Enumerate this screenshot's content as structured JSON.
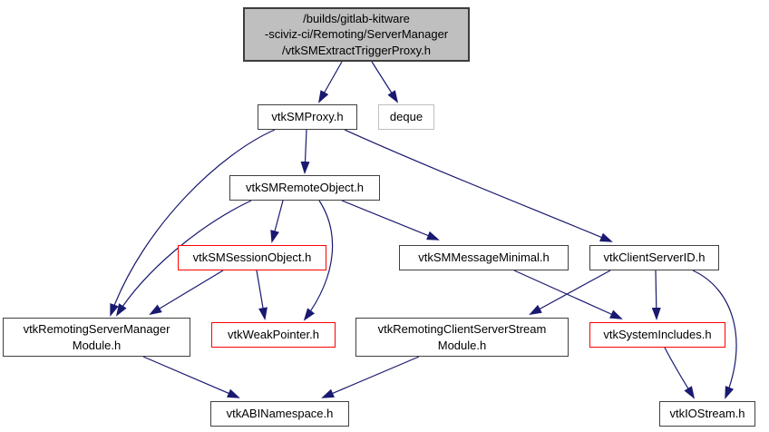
{
  "diagram": {
    "kind": "include-dependency-graph",
    "root_file": "/builds/gitlab-kitware-sciviz-ci/Remoting/ServerManager/vtkSMExtractTriggerProxy.h"
  },
  "colors": {
    "edge": "#191970",
    "node_border": "#404040",
    "truncated_border": "#ff0000",
    "external_border": "#bfbfbf",
    "main_fill": "#bfbfbf",
    "node_fill": "#ffffff",
    "text": "#000000",
    "background": "#ffffff"
  },
  "graph": {
    "nodes": [
      {
        "id": "main",
        "label": "/builds/gitlab-kitware\n-sciviz-ci/Remoting/ServerManager\n/vtkSMExtractTriggerProxy.h",
        "kind": "main"
      },
      {
        "id": "vtkSMProxy",
        "label": "vtkSMProxy.h",
        "kind": "header"
      },
      {
        "id": "deque",
        "label": "deque",
        "kind": "external"
      },
      {
        "id": "vtkSMRemoteObject",
        "label": "vtkSMRemoteObject.h",
        "kind": "header"
      },
      {
        "id": "vtkSMSessionObject",
        "label": "vtkSMSessionObject.h",
        "kind": "truncated"
      },
      {
        "id": "vtkSMMessageMinimal",
        "label": "vtkSMMessageMinimal.h",
        "kind": "header"
      },
      {
        "id": "vtkClientServerID",
        "label": "vtkClientServerID.h",
        "kind": "header"
      },
      {
        "id": "vtkRemotingServerManagerModule",
        "label": "vtkRemotingServerManager\nModule.h",
        "kind": "header"
      },
      {
        "id": "vtkWeakPointer",
        "label": "vtkWeakPointer.h",
        "kind": "truncated"
      },
      {
        "id": "vtkRemotingClientServerStreamModule",
        "label": "vtkRemotingClientServerStream\nModule.h",
        "kind": "header"
      },
      {
        "id": "vtkSystemIncludes",
        "label": "vtkSystemIncludes.h",
        "kind": "truncated"
      },
      {
        "id": "vtkABINamespace",
        "label": "vtkABINamespace.h",
        "kind": "header"
      },
      {
        "id": "vtkIOStream",
        "label": "vtkIOStream.h",
        "kind": "header"
      }
    ],
    "edges": [
      {
        "from": "main",
        "to": "vtkSMProxy"
      },
      {
        "from": "main",
        "to": "deque"
      },
      {
        "from": "vtkSMProxy",
        "to": "vtkSMRemoteObject"
      },
      {
        "from": "vtkSMProxy",
        "to": "vtkRemotingServerManagerModule"
      },
      {
        "from": "vtkSMProxy",
        "to": "vtkClientServerID"
      },
      {
        "from": "vtkSMRemoteObject",
        "to": "vtkRemotingServerManagerModule"
      },
      {
        "from": "vtkSMRemoteObject",
        "to": "vtkSMSessionObject"
      },
      {
        "from": "vtkSMRemoteObject",
        "to": "vtkWeakPointer"
      },
      {
        "from": "vtkSMRemoteObject",
        "to": "vtkSMMessageMinimal"
      },
      {
        "from": "vtkSMSessionObject",
        "to": "vtkRemotingServerManagerModule"
      },
      {
        "from": "vtkSMSessionObject",
        "to": "vtkWeakPointer"
      },
      {
        "from": "vtkSMMessageMinimal",
        "to": "vtkSystemIncludes"
      },
      {
        "from": "vtkClientServerID",
        "to": "vtkRemotingClientServerStreamModule"
      },
      {
        "from": "vtkClientServerID",
        "to": "vtkSystemIncludes"
      },
      {
        "from": "vtkClientServerID",
        "to": "vtkIOStream"
      },
      {
        "from": "vtkRemotingServerManagerModule",
        "to": "vtkABINamespace"
      },
      {
        "from": "vtkRemotingClientServerStreamModule",
        "to": "vtkABINamespace"
      },
      {
        "from": "vtkSystemIncludes",
        "to": "vtkIOStream"
      }
    ]
  }
}
